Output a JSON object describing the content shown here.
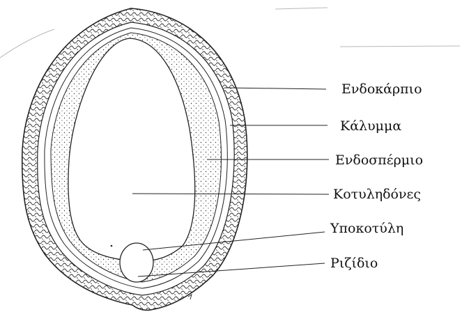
{
  "diagram": {
    "labels": [
      {
        "id": "endocarp",
        "text": "Ενδοκάρπιο"
      },
      {
        "id": "seed-coat",
        "text": "Κάλυμμα"
      },
      {
        "id": "endosperm",
        "text": "Ενδοσπέρμιο"
      },
      {
        "id": "cotyledons",
        "text": "Κοτυληδόνες"
      },
      {
        "id": "hypocotyl",
        "text": "Υποκοτύλη"
      },
      {
        "id": "radicle",
        "text": "Ριζίδιο"
      }
    ],
    "colors": {
      "ink": "#222222",
      "fill": "#ffffff",
      "stray_marks": "#b8b8b8"
    }
  }
}
